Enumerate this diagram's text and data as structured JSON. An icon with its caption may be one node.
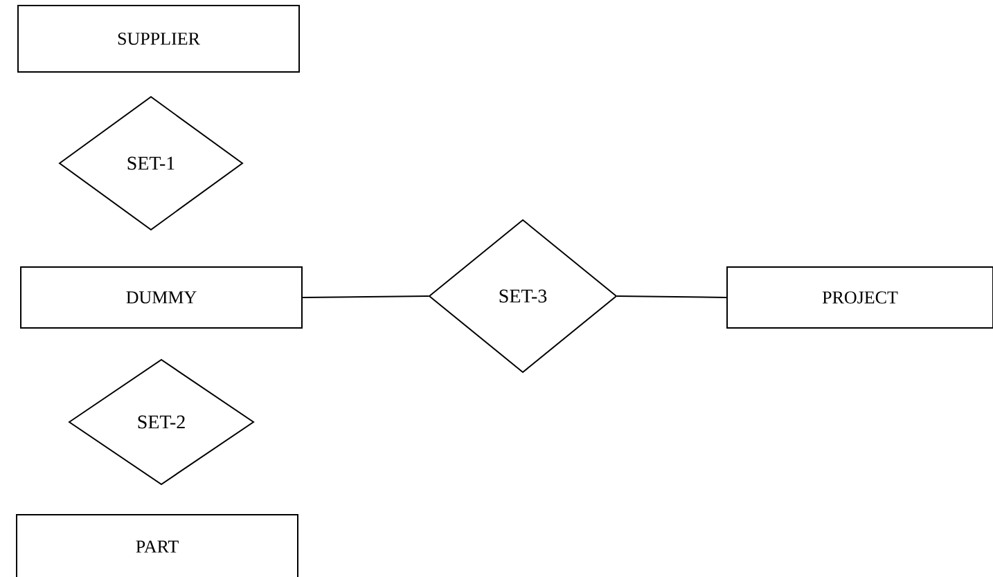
{
  "diagram": {
    "nodes": [
      {
        "text": [
          "SUPPLIER"
        ]
      },
      {
        "text": [
          "SET-1"
        ]
      },
      {
        "text": [
          "DUMMY"
        ]
      },
      {
        "text": [
          "SET-3"
        ]
      },
      {
        "text": [
          "PROJECT"
        ]
      },
      {
        "text": [
          "SET-2"
        ]
      },
      {
        "text": [
          "PART"
        ]
      }
    ],
    "edges": [
      {
        "from": 2,
        "to": 3,
        "arrow": "none"
      },
      {
        "from": 3,
        "to": 4,
        "arrow": "none"
      }
    ]
  }
}
